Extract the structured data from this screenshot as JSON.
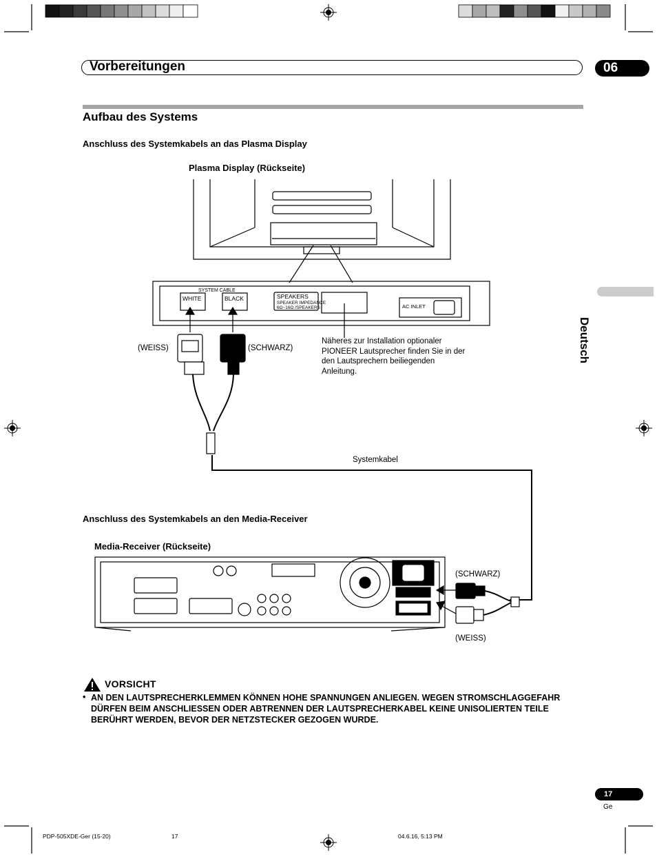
{
  "header": {
    "chapter_title": "Vorbereitungen",
    "chapter_number": "06"
  },
  "section": {
    "title": "Aufbau des Systems"
  },
  "plasma": {
    "heading": "Anschluss des Systemkabels an das Plasma Display",
    "diagram_label": "Plasma Display (Rückseite)",
    "connector_white": "WHITE",
    "connector_black": "BLACK",
    "system_cable_label": "SYSTEM CABLE",
    "speakers_label": "SPEAKERS",
    "speaker_impedance": "SPEAKER IMPEDANCE",
    "speaker_ohm": "6Ω~16Ω /SPEAKERS",
    "ac_inlet": "AC INLET",
    "label_weiss": "(WEISS)",
    "label_schwarz": "(SCHWARZ)",
    "speaker_note": "Näheres zur Installation optionaler PIONEER Lautsprecher finden Sie in der den Lautsprechern beiliegenden Anleitung.",
    "cable_label": "Systemkabel"
  },
  "receiver": {
    "heading": "Anschluss des Systemkabels an den Media-Receiver",
    "diagram_label": "Media-Receiver (Rückseite)",
    "label_schwarz": "(SCHWARZ)",
    "label_weiss": "(WEISS)"
  },
  "side_tab": {
    "label": "Deutsch"
  },
  "caution": {
    "title": "VORSICHT",
    "bullet": "•",
    "text": "AN DEN LAUTSPRECHERKLEMMEN KÖNNEN HOHE SPANNUNGEN ANLIEGEN. WEGEN STROMSCHLAGGEFAHR DÜRFEN BEIM ANSCHLIESSEN ODER ABTRENNEN DER LAUTSPRECHERKABEL KEINE UNISOLIERTEN TEILE BERÜHRT WERDEN, BEVOR DER NETZSTECKER GEZOGEN WURDE."
  },
  "footer": {
    "page_number": "17",
    "language_code": "Ge",
    "file_name": "PDP-505XDE-Ger (15-20)",
    "file_page": "17",
    "timestamp": "04.6.16, 5:13 PM"
  },
  "colors": {
    "text": "#000000",
    "rule_gray": "#a6a6a6",
    "tab_gray": "#cccccc"
  }
}
